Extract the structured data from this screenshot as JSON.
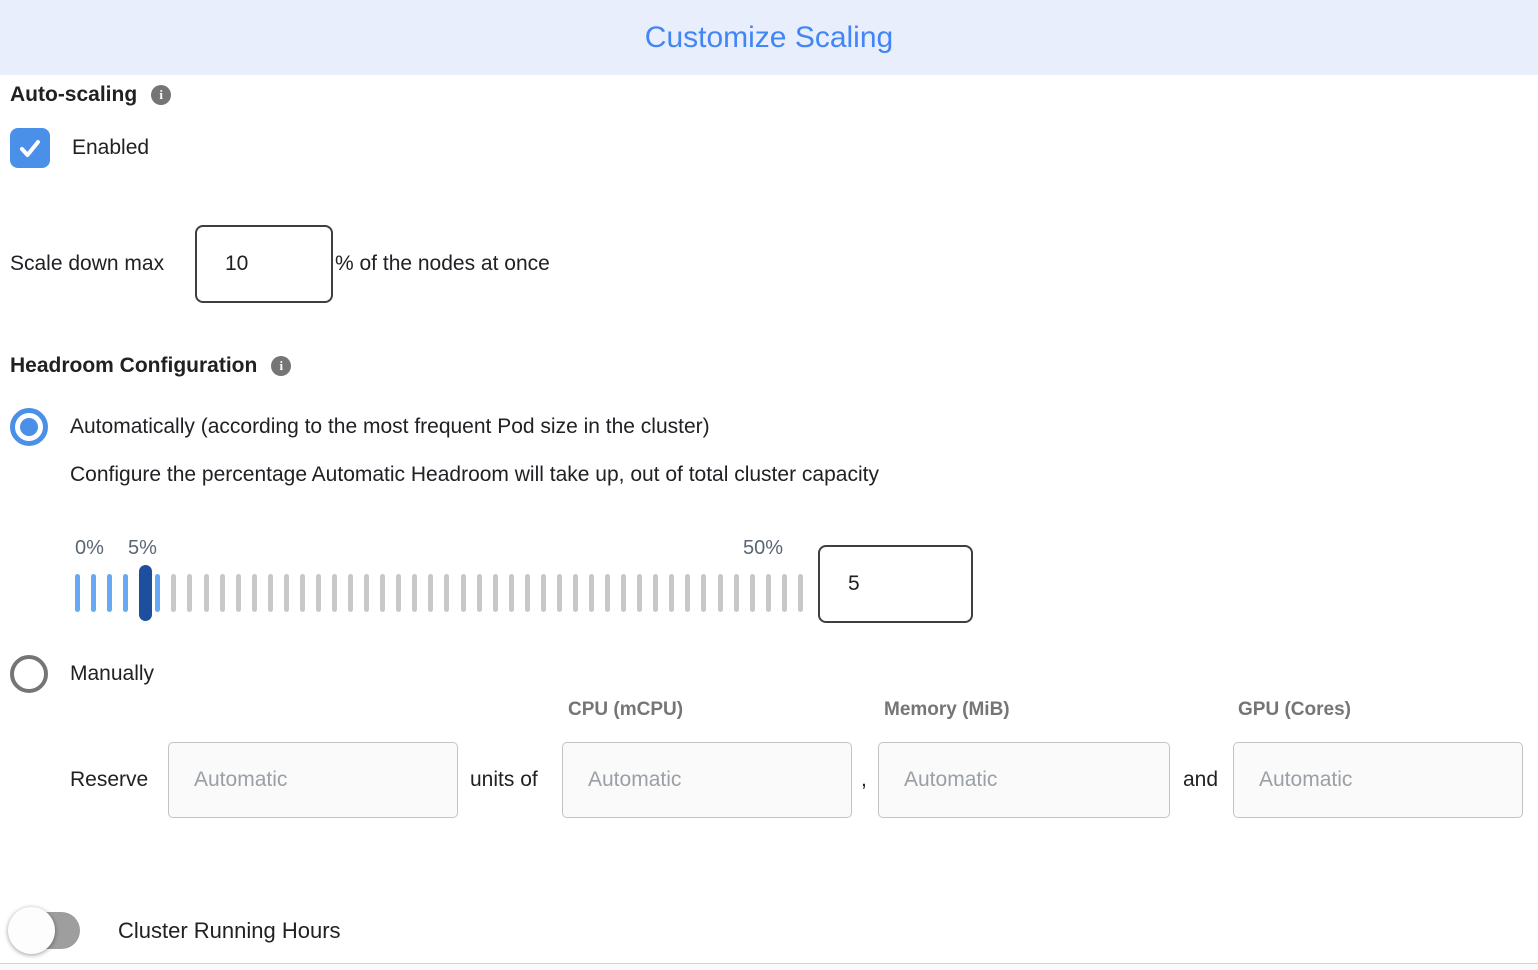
{
  "header": {
    "title": "Customize Scaling",
    "title_color": "#4285f4",
    "background": "#e8eefb"
  },
  "auto_scaling": {
    "heading": "Auto-scaling",
    "checkbox_label": "Enabled",
    "checkbox_checked": true,
    "checkbox_color": "#4a90e8"
  },
  "scale_down": {
    "label": "Scale down max",
    "value": "10",
    "suffix": "% of the nodes at once"
  },
  "headroom": {
    "heading": "Headroom Configuration",
    "auto_option_label": "Automatically (according to the most frequent Pod size in the cluster)",
    "auto_option_selected": true,
    "description": "Configure the percentage Automatic Headroom will take up, out of total cluster capacity",
    "slider": {
      "min_label": "0%",
      "current_label": "5%",
      "max_label": "50%",
      "value": "5",
      "tick_count": 46,
      "filled_ticks": 6,
      "filled_color": "#66a9f4",
      "tick_color": "#c8c8c8",
      "handle_color": "#1d4f9e"
    },
    "manual_option_label": "Manually",
    "manual_option_selected": false
  },
  "manual_reserve": {
    "columns": [
      "CPU (mCPU)",
      "Memory (MiB)",
      "GPU (Cores)"
    ],
    "reserve_label": "Reserve",
    "units_of_label": "units of",
    "comma_label": ",",
    "and_label": "and",
    "placeholder": "Automatic"
  },
  "cluster_running_hours": {
    "label": "Cluster Running Hours",
    "enabled": false
  }
}
